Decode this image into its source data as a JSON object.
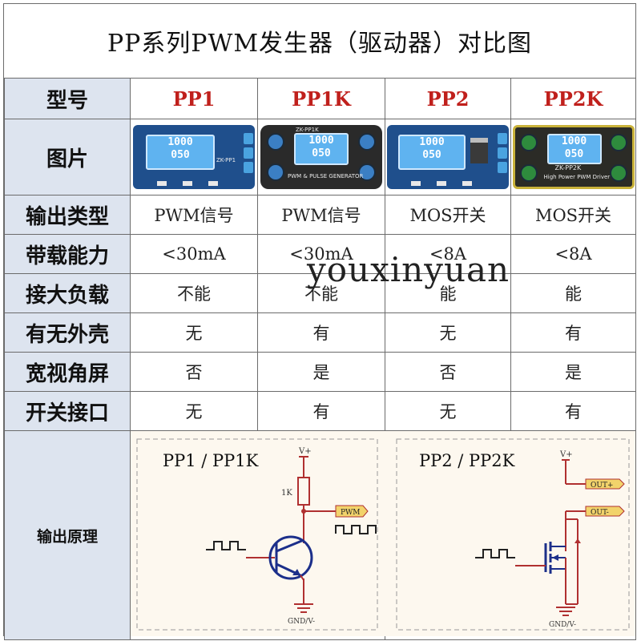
{
  "title": "PP系列PWM发生器（驱动器）对比图",
  "watermark": "youxinyuan",
  "header_label": "型号",
  "models": [
    "PP1",
    "PP1K",
    "PP2",
    "PP2K"
  ],
  "picture_label": "图片",
  "pictures": [
    {
      "lcd_top": "1000",
      "lcd_bottom": "050",
      "caption": "ZK-PP1",
      "style": "pcb"
    },
    {
      "lcd_top": "1000",
      "lcd_bottom": "050",
      "caption_top": "ZK-PP1K",
      "caption": "PWM & PULSE GENERATOR",
      "style": "case"
    },
    {
      "lcd_top": "1000",
      "lcd_bottom": "050",
      "caption": "",
      "style": "pcb"
    },
    {
      "lcd_top": "1000",
      "lcd_bottom": "050",
      "caption_top": "ZK-PP2K",
      "caption": "High Power PWM Driver",
      "style": "gold"
    }
  ],
  "rows": [
    {
      "label": "输出类型",
      "values": [
        "PWM信号",
        "PWM信号",
        "MOS开关",
        "MOS开关"
      ]
    },
    {
      "label": "带载能力",
      "values": [
        "<30mA",
        "<30mA",
        "<8A",
        "<8A"
      ]
    },
    {
      "label": "接大负载",
      "values": [
        "不能",
        "不能",
        "能",
        "能"
      ]
    },
    {
      "label": "有无外壳",
      "values": [
        "无",
        "有",
        "无",
        "有"
      ]
    },
    {
      "label": "宽视角屏",
      "values": [
        "否",
        "是",
        "否",
        "是"
      ]
    },
    {
      "label": "开关接口",
      "values": [
        "无",
        "有",
        "无",
        "有"
      ]
    }
  ],
  "principle_label": "输出原理",
  "schematic_left": {
    "title": "PP1 / PP1K",
    "vplus": "V+",
    "resistor": "1K",
    "output": "PWM",
    "gnd": "GND/V-"
  },
  "schematic_right": {
    "title": "PP2 / PP2K",
    "vplus": "V+",
    "out_plus": "OUT+",
    "out_minus": "OUT-",
    "gnd": "GND/V-"
  },
  "colors": {
    "label_bg": "#dde4ef",
    "model_text": "#c0201c",
    "schematic_bg": "#fdf8ef",
    "schematic_wire": "#b03030",
    "transistor_blue": "#1c2f8a",
    "out_tag": "#f2d36b"
  }
}
